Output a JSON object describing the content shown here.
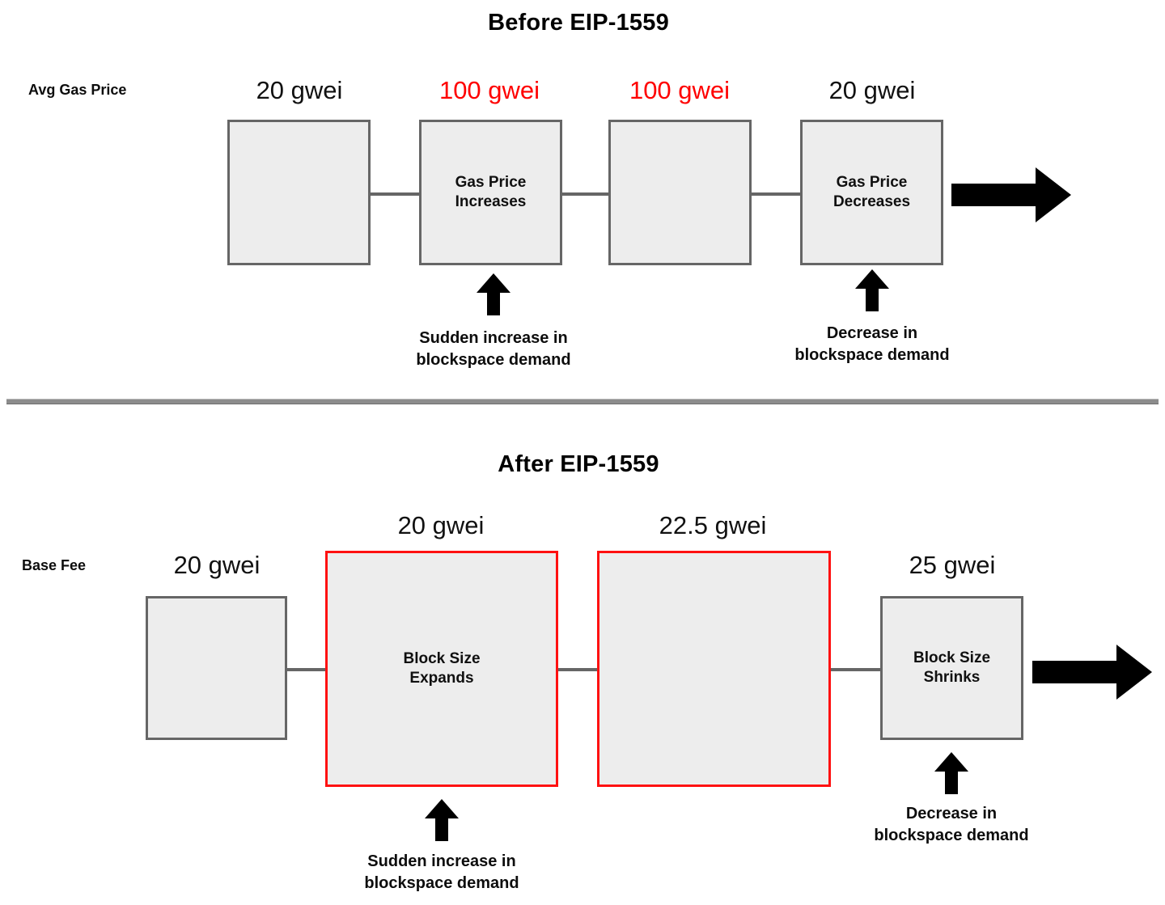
{
  "diagram": {
    "title_top": "Before EIP-1559",
    "title_bottom": "After EIP-1559"
  },
  "before": {
    "axis_label": "Avg Gas Price",
    "values": [
      {
        "text": "20 gwei",
        "highlight": false
      },
      {
        "text": "100 gwei",
        "highlight": true
      },
      {
        "text": "100 gwei",
        "highlight": true
      },
      {
        "text": "20 gwei",
        "highlight": false
      }
    ],
    "blocks": [
      {
        "label": ""
      },
      {
        "label": "Gas Price\nIncreases"
      },
      {
        "label": ""
      },
      {
        "label": "Gas Price\nDecreases"
      }
    ],
    "annotations": [
      {
        "text": "Sudden increase in\nblockspace demand"
      },
      {
        "text": "Decrease in\nblockspace demand"
      }
    ]
  },
  "after": {
    "axis_label": "Base Fee",
    "values": [
      {
        "text": "20 gwei",
        "highlight": false
      },
      {
        "text": "20 gwei",
        "highlight": false
      },
      {
        "text": "22.5 gwei",
        "highlight": false
      },
      {
        "text": "25 gwei",
        "highlight": false
      }
    ],
    "blocks": [
      {
        "label": "",
        "outline": "gray"
      },
      {
        "label": "Block Size\nExpands",
        "outline": "red"
      },
      {
        "label": "",
        "outline": "red"
      },
      {
        "label": "Block Size\nShrinks",
        "outline": "gray"
      }
    ],
    "annotations": [
      {
        "text": "Sudden increase in\nblockspace demand"
      },
      {
        "text": "Decrease in\nblockspace demand"
      }
    ]
  },
  "colors": {
    "block_fill": "#ededed",
    "block_border": "#666666",
    "highlight_red": "#ff0000",
    "red_outline": "#ff1111",
    "arrow_black": "#000000",
    "divider_gray": "#8c8c8c"
  },
  "chart_data": {
    "type": "diagram",
    "title": "EIP-1559 gas pricing comparison",
    "panels": [
      {
        "name": "Before EIP-1559",
        "metric": "Avg Gas Price",
        "series": [
          20,
          100,
          100,
          20
        ],
        "unit": "gwei",
        "events": [
          "Sudden increase in blockspace demand",
          "Decrease in blockspace demand"
        ],
        "event_blocks": [
          2,
          4
        ],
        "block_notes": [
          "",
          "Gas Price Increases",
          "",
          "Gas Price Decreases"
        ]
      },
      {
        "name": "After EIP-1559",
        "metric": "Base Fee",
        "series": [
          20,
          20,
          22.5,
          25
        ],
        "unit": "gwei",
        "events": [
          "Sudden increase in blockspace demand",
          "Decrease in blockspace demand"
        ],
        "event_blocks": [
          2,
          4
        ],
        "block_notes": [
          "",
          "Block Size Expands",
          "",
          "Block Size Shrinks"
        ]
      }
    ]
  }
}
